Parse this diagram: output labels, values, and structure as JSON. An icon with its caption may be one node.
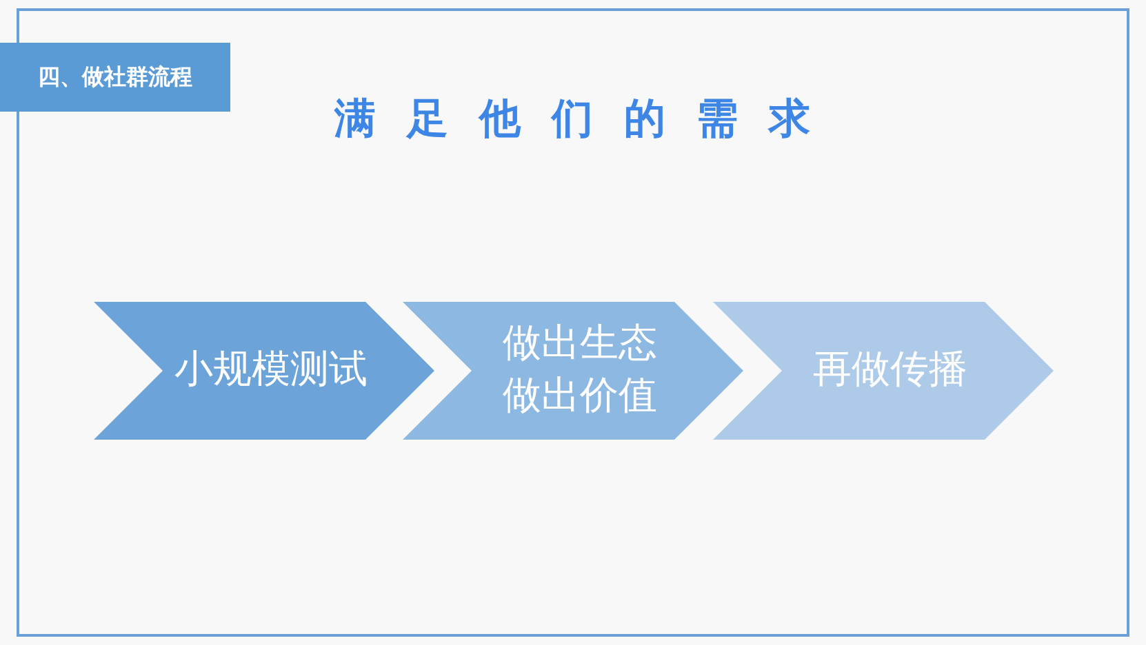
{
  "diagram": {
    "title": "满足他们的需求",
    "nodes": [
      {
        "text": [
          "小规模测试"
        ]
      },
      {
        "text": [
          "做出生态",
          "做出价值"
        ]
      },
      {
        "text": [
          "再做传播"
        ]
      }
    ],
    "labels": [
      "四、做社群流程"
    ]
  }
}
